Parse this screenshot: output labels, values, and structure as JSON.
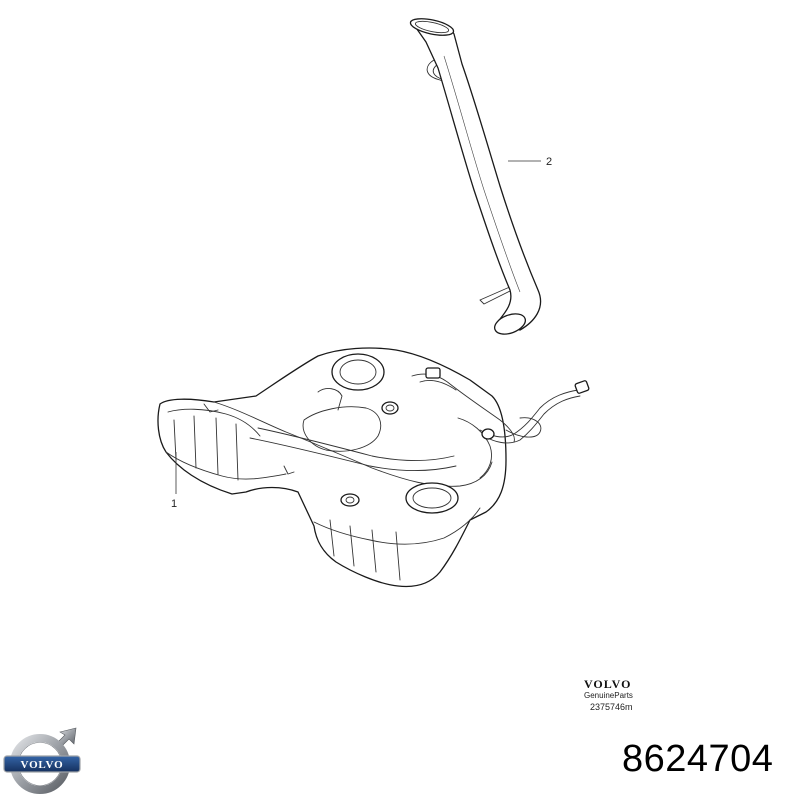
{
  "callouts": [
    {
      "id": "1",
      "label": "1",
      "part": "fuel-tank"
    },
    {
      "id": "2",
      "label": "2",
      "part": "filler-pipe"
    }
  ],
  "brand_block": {
    "word": "VOLVO",
    "sub": "GenuineParts",
    "ref_code": "2375746m"
  },
  "logo": {
    "word": "VOLVO",
    "color_silver": "#b9bcc0",
    "color_dark": "#4a4d52",
    "color_blue": "#1f3f78"
  },
  "part_number": "8624704",
  "colors": {
    "line": "#1a1a1a",
    "background": "#ffffff"
  }
}
